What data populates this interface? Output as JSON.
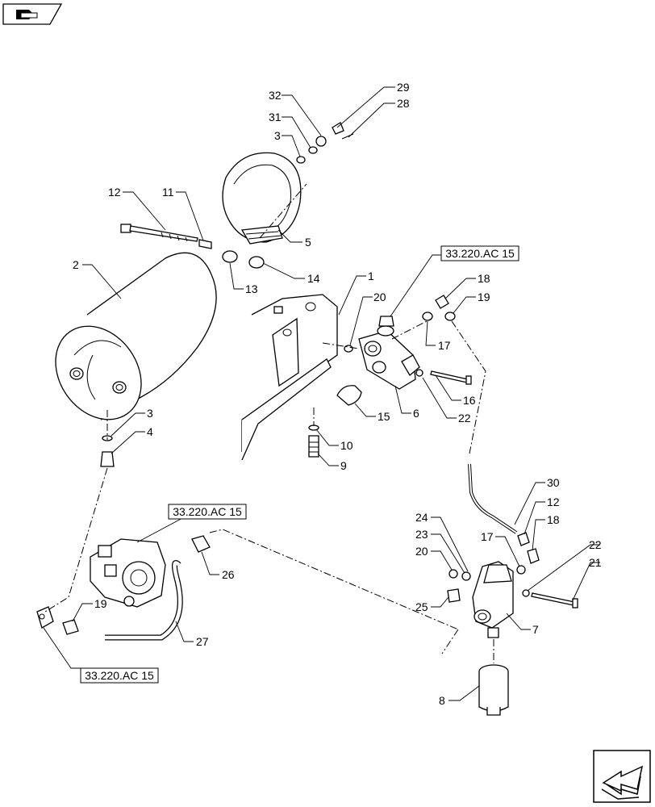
{
  "callouts": {
    "c1": "1",
    "c2": "2",
    "c3a": "3",
    "c3b": "3",
    "c4": "4",
    "c5": "5",
    "c6": "6",
    "c7": "7",
    "c8": "8",
    "c9": "9",
    "c10": "10",
    "c11": "11",
    "c12a": "12",
    "c12b": "12",
    "c13": "13",
    "c14": "14",
    "c15": "15",
    "c16": "16",
    "c17a": "17",
    "c17b": "17",
    "c18a": "18",
    "c18b": "18",
    "c19a": "19",
    "c19b": "19",
    "c20a": "20",
    "c20b": "20",
    "c21": "21",
    "c22a": "22",
    "c22b": "22",
    "c23": "23",
    "c24": "24",
    "c25": "25",
    "c26": "26",
    "c27": "27",
    "c28": "28",
    "c29": "29",
    "c30": "30",
    "c31": "31",
    "c32": "32"
  },
  "references": {
    "ref_top": "33.220.AC 15",
    "ref_mid": "33.220.AC 15",
    "ref_bottom": "33.220.AC 15"
  },
  "icons": {
    "top_left": "book-hand-icon",
    "bottom_right": "next-page-arrow-icon"
  }
}
